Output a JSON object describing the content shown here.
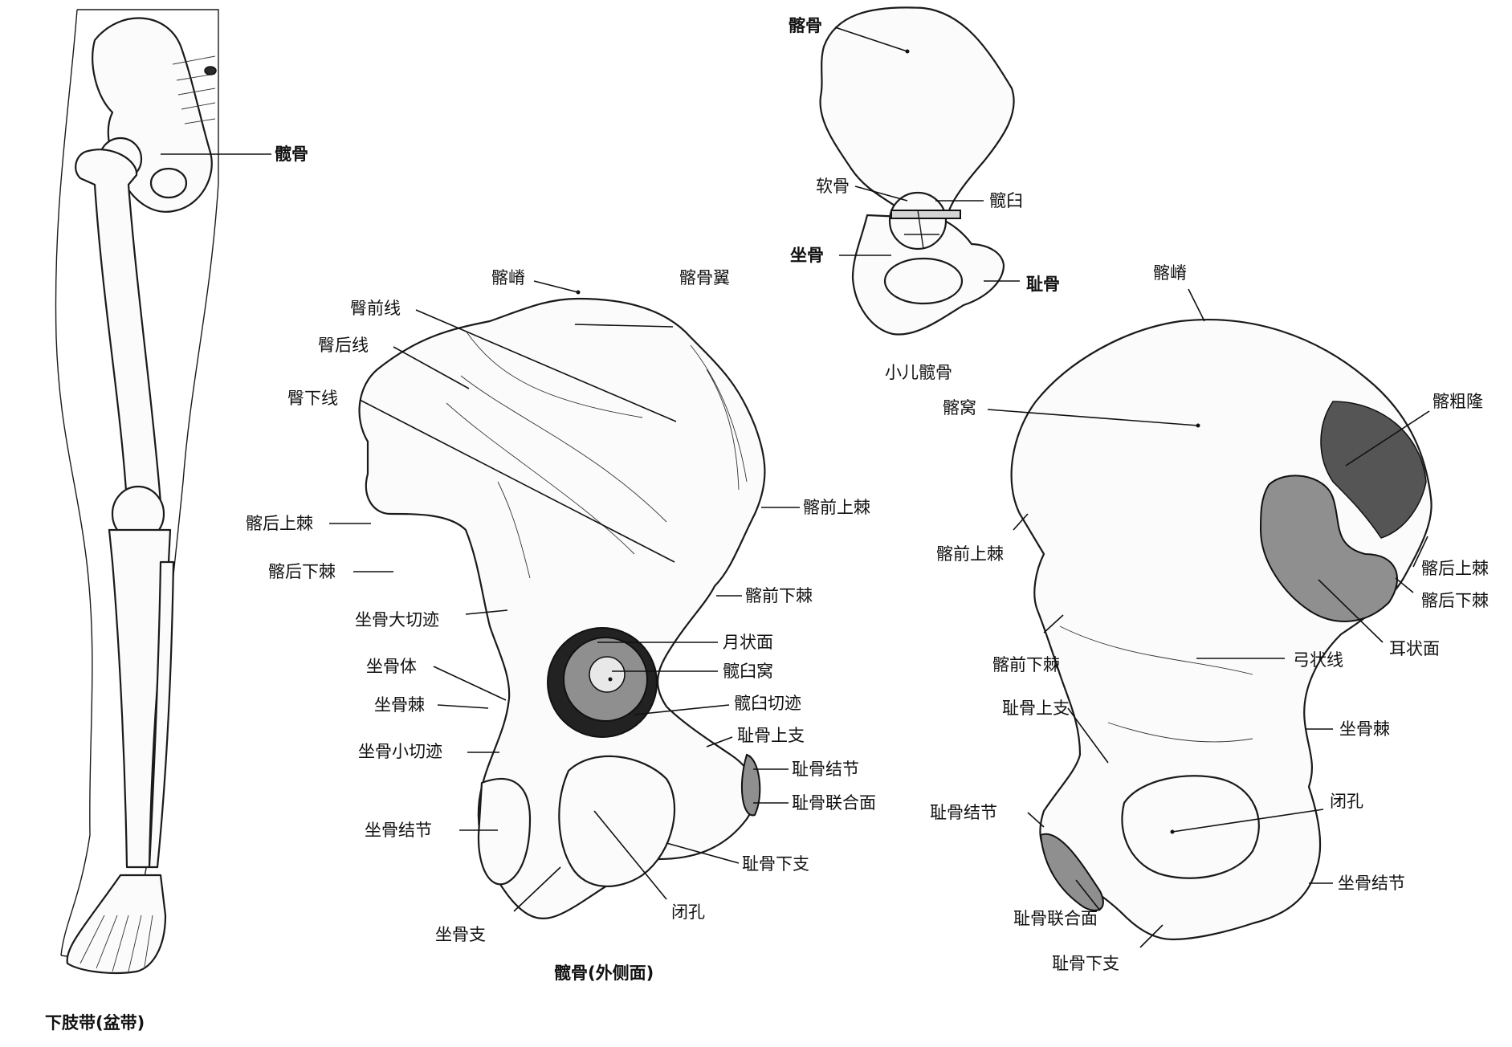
{
  "figures": {
    "lower_limb": {
      "caption": "下肢带(盆带)",
      "labels": {
        "hip_bone": "髋骨"
      }
    },
    "child_hip": {
      "caption": "小儿髋骨",
      "labels": {
        "ilium": "髂骨",
        "cartilage": "软骨",
        "acetabulum": "髋臼",
        "ischium": "坐骨",
        "pubis": "耻骨"
      }
    },
    "hip_lateral": {
      "caption": "髋骨(外侧面)",
      "labels": {
        "iliac_crest": "髂嵴",
        "iliac_wing": "髂骨翼",
        "anterior_gluteal_line": "臀前线",
        "posterior_gluteal_line": "臀后线",
        "inferior_gluteal_line": "臀下线",
        "posterior_superior_iliac_spine": "髂后上棘",
        "posterior_inferior_iliac_spine": "髂后下棘",
        "greater_sciatic_notch": "坐骨大切迹",
        "ischial_body": "坐骨体",
        "ischial_spine": "坐骨棘",
        "lesser_sciatic_notch": "坐骨小切迹",
        "ischial_tuberosity": "坐骨结节",
        "ischial_ramus": "坐骨支",
        "anterior_superior_iliac_spine": "髂前上棘",
        "anterior_inferior_iliac_spine": "髂前下棘",
        "lunate_surface": "月状面",
        "acetabular_fossa": "髋臼窝",
        "acetabular_notch": "髋臼切迹",
        "superior_pubic_ramus": "耻骨上支",
        "pubic_tubercle": "耻骨结节",
        "pubic_symphysis_surface": "耻骨联合面",
        "inferior_pubic_ramus": "耻骨下支",
        "obturator_foramen": "闭孔"
      }
    },
    "hip_medial": {
      "labels": {
        "iliac_crest": "髂嵴",
        "iliac_fossa": "髂窝",
        "iliac_tuberosity": "髂粗隆",
        "anterior_superior_iliac_spine": "髂前上棘",
        "anterior_inferior_iliac_spine": "髂前下棘",
        "posterior_superior_iliac_spine": "髂后上棘",
        "posterior_inferior_iliac_spine": "髂后下棘",
        "auricular_surface": "耳状面",
        "arcuate_line": "弓状线",
        "superior_pubic_ramus": "耻骨上支",
        "ischial_spine": "坐骨棘",
        "obturator_foramen": "闭孔",
        "pubic_tubercle": "耻骨结节",
        "ischial_tuberosity": "坐骨结节",
        "pubic_symphysis_surface": "耻骨联合面",
        "inferior_pubic_ramus": "耻骨下支"
      }
    }
  }
}
